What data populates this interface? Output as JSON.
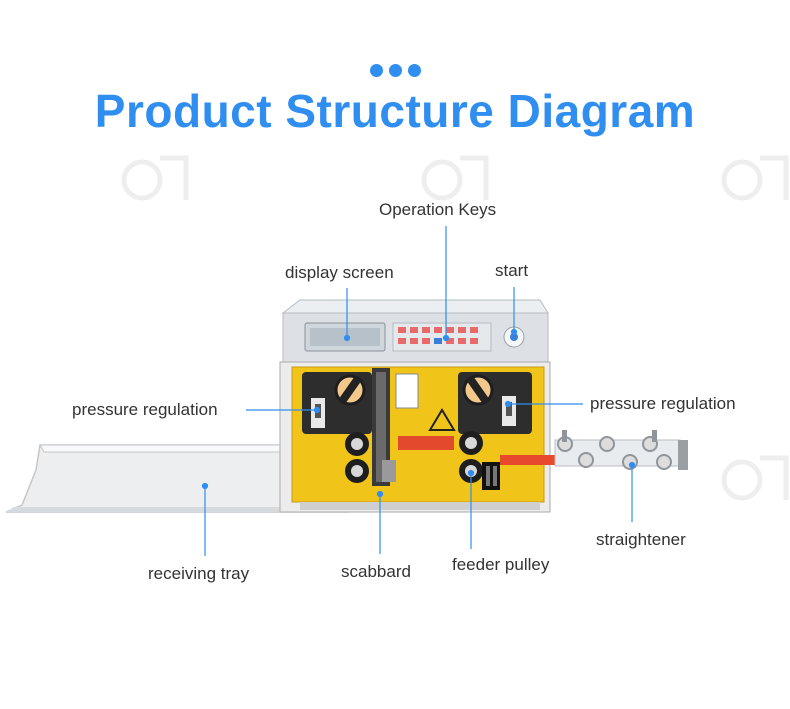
{
  "title": "Product Structure Diagram",
  "accent_color": "#2f8ef0",
  "labels": {
    "operation_keys": "Operation Keys",
    "display_screen": "display screen",
    "start": "start",
    "pressure_left": "pressure regulation",
    "pressure_right": "pressure regulation",
    "straightener": "straightener",
    "receiving_tray": "receiving tray",
    "scabbard": "scabbard",
    "feeder_pulley": "feeder pulley"
  }
}
